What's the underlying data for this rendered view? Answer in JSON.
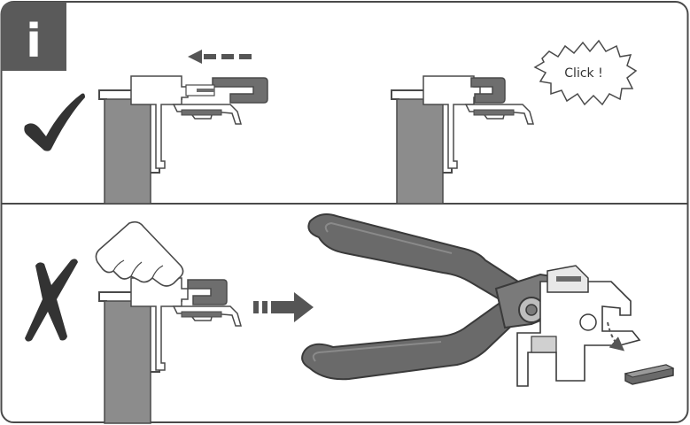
{
  "info_badge": {
    "glyph": "i",
    "color": "#5a5a5a"
  },
  "panels": [
    {
      "id": "correct",
      "mark_icon": "checkmark-icon",
      "mark_color": "#333333"
    },
    {
      "id": "incorrect",
      "mark_icon": "cross-icon",
      "mark_color": "#333333"
    }
  ],
  "top_panel": {
    "callout_text": "Click !"
  },
  "colors": {
    "post_gray": "#8c8c8c",
    "clip_gray": "#6e6e6e",
    "tool_gray": "#6a6a6a",
    "outline": "#4a4a4a",
    "arrow": "#555555"
  }
}
